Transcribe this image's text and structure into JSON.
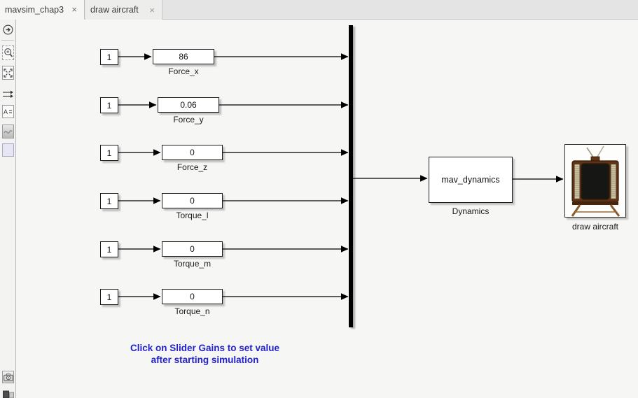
{
  "tabs": [
    {
      "label": "mavsim_chap3",
      "close": "×",
      "active": true
    },
    {
      "label": "draw aircraft",
      "close": "×",
      "active": false
    }
  ],
  "toolbar": {
    "icons": [
      "hide-browser-arrow",
      "zoom-select",
      "fit-to-view",
      "signal-routing",
      "annotation",
      "image-preview",
      "highlight-area",
      "camera",
      "screenshot-partial"
    ]
  },
  "diagram": {
    "rows": [
      {
        "const_value": "1",
        "gain_value": "86",
        "label": "Force_x"
      },
      {
        "const_value": "1",
        "gain_value": "0.06",
        "label": "Force_y"
      },
      {
        "const_value": "1",
        "gain_value": "0",
        "label": "Force_z"
      },
      {
        "const_value": "1",
        "gain_value": "0",
        "label": "Torque_l"
      },
      {
        "const_value": "1",
        "gain_value": "0",
        "label": "Torque_m"
      },
      {
        "const_value": "1",
        "gain_value": "0",
        "label": "Torque_n"
      }
    ],
    "mux": {
      "type": "mux-bar"
    },
    "dynamics_block": {
      "text": "mav_dynamics",
      "label": "Dynamics"
    },
    "draw_block": {
      "label": "draw aircraft",
      "icon": "retro-tv"
    },
    "annotation": {
      "line1": "Click on Slider Gains to set value",
      "line2": "after starting simulation"
    }
  },
  "colors": {
    "annotation_blue": "#2222cc",
    "canvas_bg": "#f6f6f4",
    "tabbar_bg": "#e4e4e4",
    "tv_frame": "#5e3318",
    "tv_screen": "#161614"
  }
}
